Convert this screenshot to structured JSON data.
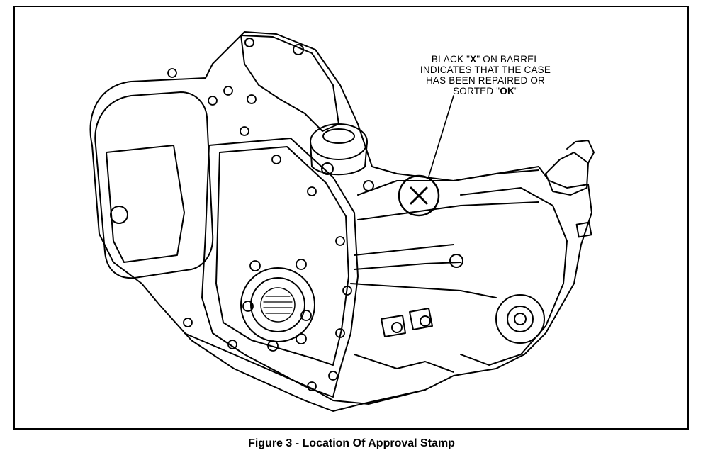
{
  "figure": {
    "caption": "Figure 3 - Location Of Approval Stamp"
  },
  "callout": {
    "line1_pre": "BLACK \"",
    "line1_bold": "X",
    "line1_post": "\" ON BARREL",
    "line2": "INDICATES THAT THE CASE",
    "line3": "HAS BEEN REPAIRED OR",
    "line4_pre": "SORTED \"",
    "line4_bold": "OK",
    "line4_post": "\""
  },
  "stamp": {
    "mark": "X"
  }
}
